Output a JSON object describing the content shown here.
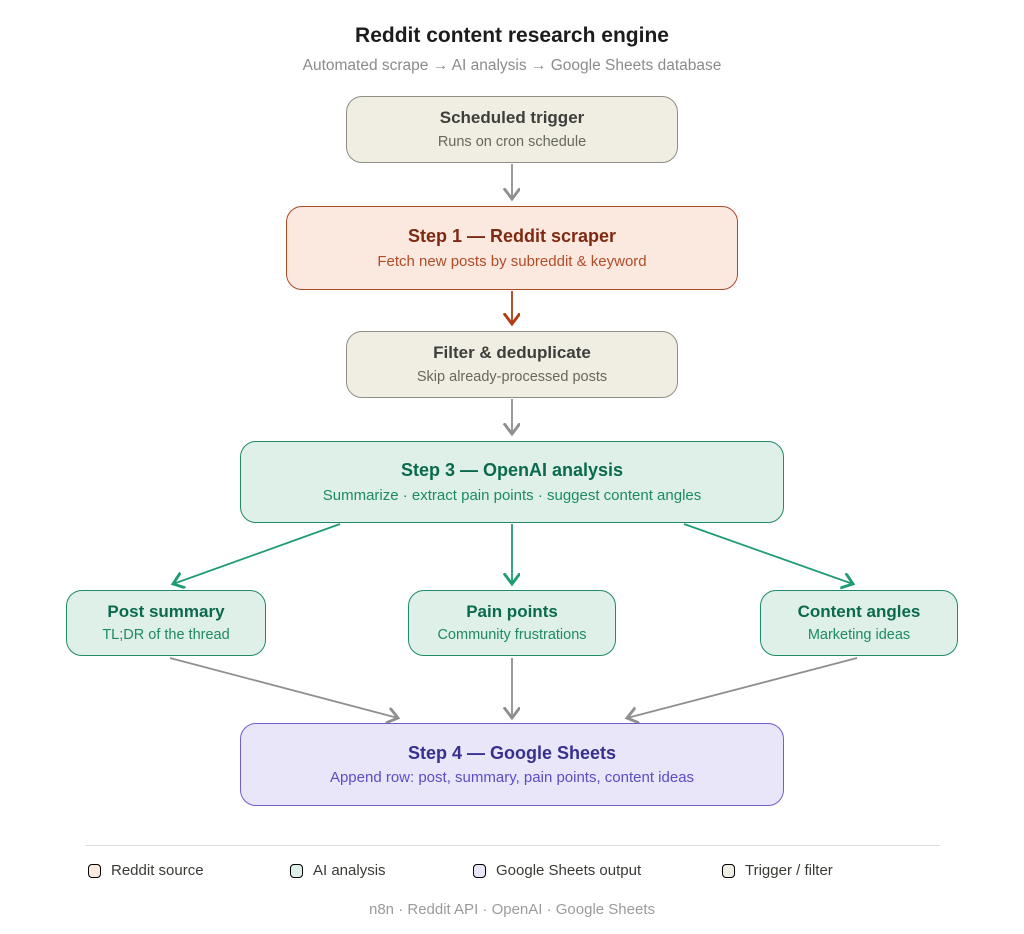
{
  "header": {
    "title": "Reddit content research engine",
    "subtitle": "Automated scrape → AI analysis → Google Sheets database"
  },
  "nodes": {
    "trigger": {
      "title": "Scheduled trigger",
      "subtitle": "Runs on cron schedule",
      "category": "trigger-filter"
    },
    "step1": {
      "title": "Step 1 — Reddit scraper",
      "subtitle": "Fetch new posts by subreddit & keyword",
      "category": "reddit-source"
    },
    "filter": {
      "title": "Filter & deduplicate",
      "subtitle": "Skip already-processed posts",
      "category": "trigger-filter"
    },
    "step3": {
      "title": "Step 3 — OpenAI analysis",
      "subtitle": "Summarize · extract pain points · suggest content angles",
      "category": "ai-analysis"
    },
    "post_summary": {
      "title": "Post summary",
      "subtitle": "TL;DR of the thread",
      "category": "ai-analysis"
    },
    "pain_points": {
      "title": "Pain points",
      "subtitle": "Community frustrations",
      "category": "ai-analysis"
    },
    "content_angles": {
      "title": "Content angles",
      "subtitle": "Marketing ideas",
      "category": "ai-analysis"
    },
    "step4": {
      "title": "Step 4 — Google Sheets",
      "subtitle": "Append row: post, summary, pain points, content ideas",
      "category": "sheets-output"
    }
  },
  "legend": {
    "items": [
      {
        "label": "Reddit source",
        "border": "#ab4a27",
        "fill": "#fbe9e0"
      },
      {
        "label": "AI analysis",
        "border": "#218a68",
        "fill": "#def0e8"
      },
      {
        "label": "Google Sheets output",
        "border": "#6e5ed0",
        "fill": "#e9e6f9"
      },
      {
        "label": "Trigger / filter",
        "border": "#8f8f87",
        "fill": "#f0ede3"
      }
    ]
  },
  "footer": {
    "text": "n8n · Reddit API · OpenAI · Google Sheets"
  },
  "colors": {
    "arrow_gray": "#8f8f8f",
    "arrow_red": "#b03c16",
    "arrow_green": "#1f9d72",
    "reddit_border": "#ab4a27",
    "ai_border": "#218a68",
    "sheets_border": "#6e5ed0",
    "trigger_border": "#8f8f87"
  }
}
